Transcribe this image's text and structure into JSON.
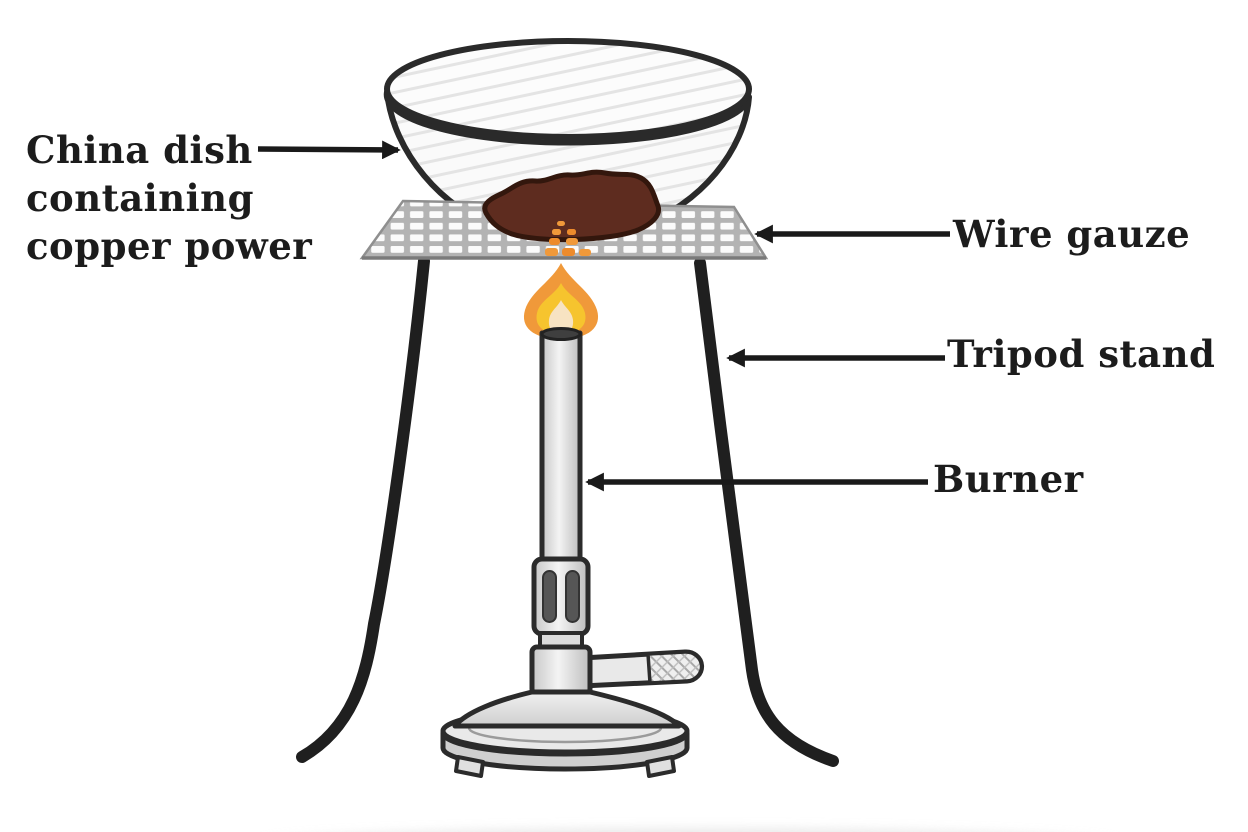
{
  "diagram": {
    "labels": {
      "china_dish": {
        "line1": "China dish",
        "line2": "containing",
        "line3": "copper power"
      },
      "wire_gauze": "Wire gauze",
      "tripod_stand": "Tripod stand",
      "burner": "Burner"
    }
  },
  "colors": {
    "background": "#ffffff",
    "ink": "#262626",
    "arrow": "#1a1a1a",
    "label_text": "#1c1c1c",
    "leg": "#1f1f1f",
    "flame_outer": "#F0993A",
    "flame_inner": "#F6C42E",
    "flame_core": "#F7E3C2",
    "copper_powder": "#5E2C1F",
    "copper_powder_outline": "#33170D",
    "mesh_gray": "#B3B3B3",
    "mesh_cell": "#FBFBFB",
    "metal_light": "#F2F2F2",
    "metal_mid": "#C9C9C9",
    "slot_dark": "#565656"
  }
}
